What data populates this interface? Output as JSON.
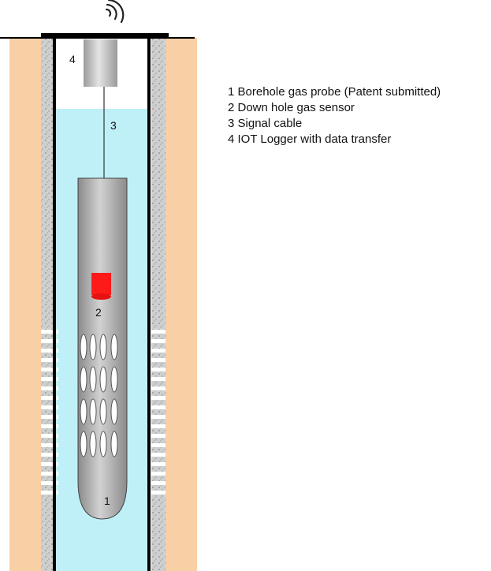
{
  "labels": {
    "probe": "1",
    "sensor": "2",
    "cable": "3",
    "logger": "4"
  },
  "legend": [
    "1 Borehole gas probe (Patent submitted)",
    "2 Down hole gas sensor",
    "3 Signal cable",
    "4 IOT Logger with data transfer"
  ],
  "colors": {
    "soil": "#f9cfa6",
    "grout": "#c9c9c9",
    "casing": "#000000",
    "water": "#bff0f8",
    "probe": "#9e9e9e",
    "sensor": "#ff1a1a"
  },
  "icons": {
    "wireless": "wireless-signal-icon"
  }
}
